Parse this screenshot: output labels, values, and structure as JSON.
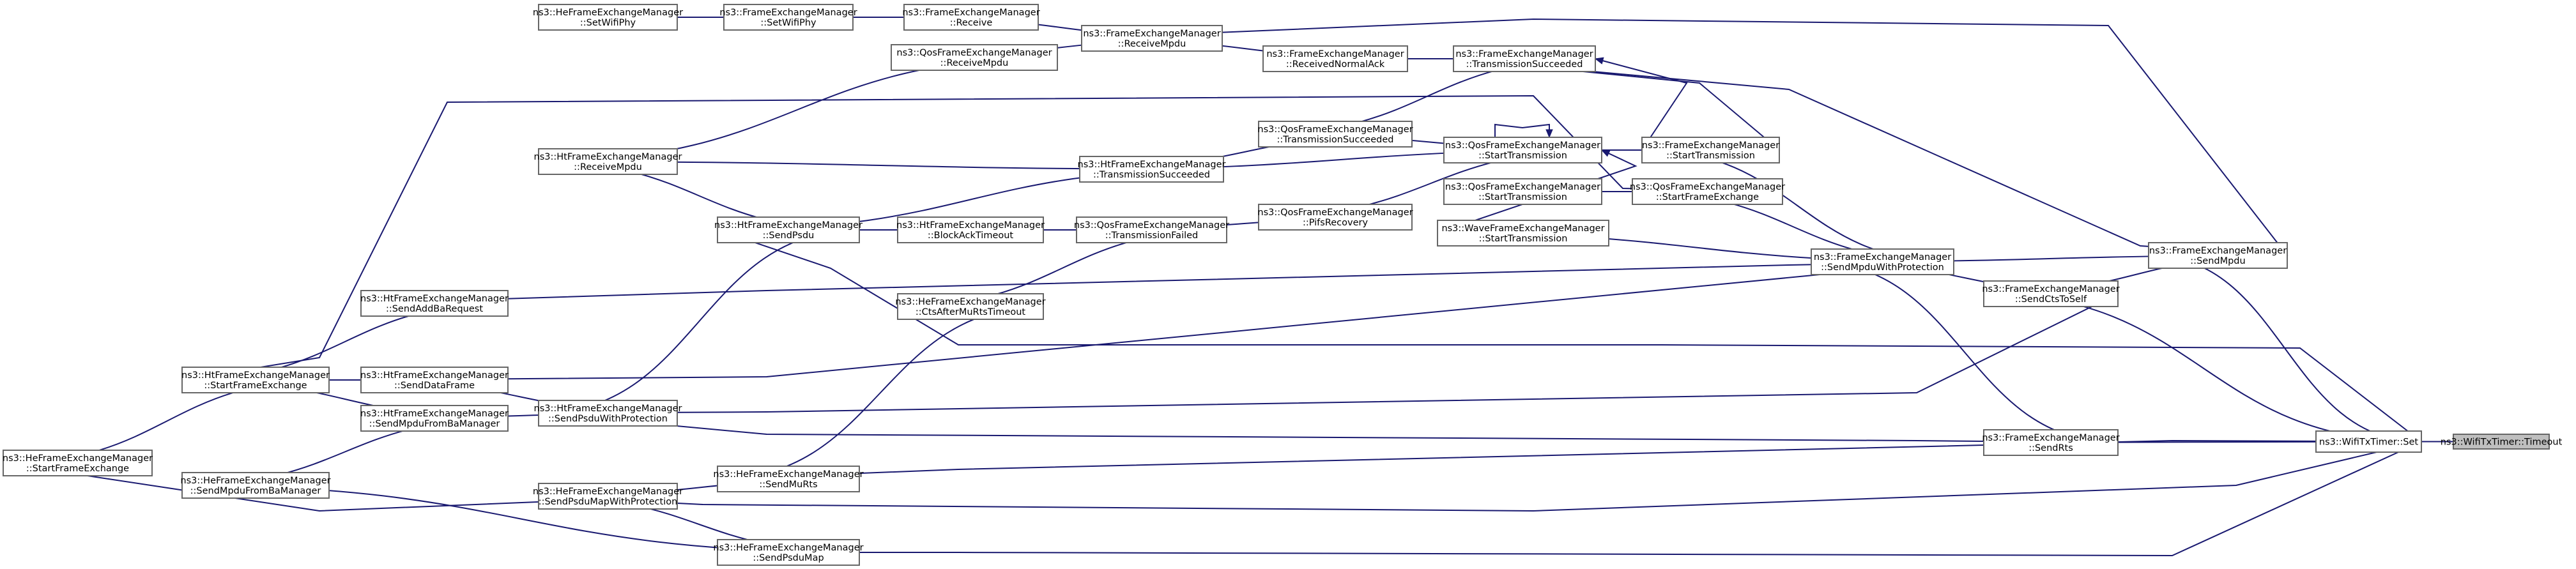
{
  "diagram": {
    "edge_color": "#191970",
    "root_fill": "#bfbfbf",
    "nodes": [
      {
        "id": "n0",
        "label": "ns3::WifiTxTimer::Timeout",
        "root": true
      },
      {
        "id": "n1",
        "label": [
          "ns3::WifiTxTimer::Set"
        ]
      },
      {
        "id": "n2",
        "label": [
          "ns3::FrameExchangeManager",
          "::SendMpdu"
        ]
      },
      {
        "id": "n3",
        "label": [
          "ns3::FrameExchangeManager",
          "::SendRts"
        ]
      },
      {
        "id": "n4",
        "label": [
          "ns3::FrameExchangeManager",
          "::SendCtsToSelf"
        ]
      },
      {
        "id": "n5",
        "label": [
          "ns3::FrameExchangeManager",
          "::SendMpduWithProtection"
        ]
      },
      {
        "id": "n6",
        "label": [
          "ns3::FrameExchangeManager",
          "::StartTransmission"
        ]
      },
      {
        "id": "n7",
        "label": [
          "ns3::QosFrameExchangeManager",
          "::StartFrameExchange"
        ]
      },
      {
        "id": "n8",
        "label": [
          "ns3::FrameExchangeManager",
          "::TransmissionSucceeded"
        ]
      },
      {
        "id": "n9",
        "label": [
          "ns3::QosFrameExchangeManager",
          "::StartTransmission"
        ]
      },
      {
        "id": "n10",
        "label": [
          "ns3::QosFrameExchangeManager",
          "::StartTransmission"
        ]
      },
      {
        "id": "n11",
        "label": [
          "ns3::WaveFrameExchangeManager",
          "::StartTransmission"
        ]
      },
      {
        "id": "n12",
        "label": [
          "ns3::FrameExchangeManager",
          "::ReceivedNormalAck"
        ]
      },
      {
        "id": "n13",
        "label": [
          "ns3::QosFrameExchangeManager",
          "::TransmissionSucceeded"
        ]
      },
      {
        "id": "n14",
        "label": [
          "ns3::QosFrameExchangeManager",
          "::PifsRecovery"
        ]
      },
      {
        "id": "n15",
        "label": [
          "ns3::FrameExchangeManager",
          "::ReceiveMpdu"
        ]
      },
      {
        "id": "n16",
        "label": [
          "ns3::HtFrameExchangeManager",
          "::TransmissionSucceeded"
        ]
      },
      {
        "id": "n17",
        "label": [
          "ns3::QosFrameExchangeManager",
          "::TransmissionFailed"
        ]
      },
      {
        "id": "n18",
        "label": [
          "ns3::HtFrameExchangeManager",
          "::BlockAckTimeout"
        ]
      },
      {
        "id": "n19",
        "label": [
          "ns3::HeFrameExchangeManager",
          "::CtsAfterMuRtsTimeout"
        ]
      },
      {
        "id": "n20",
        "label": [
          "ns3::FrameExchangeManager",
          "::Receive"
        ]
      },
      {
        "id": "n21",
        "label": [
          "ns3::QosFrameExchangeManager",
          "::ReceiveMpdu"
        ]
      },
      {
        "id": "n22",
        "label": [
          "ns3::HeFrameExchangeManager",
          "::SendMuRts"
        ]
      },
      {
        "id": "n23",
        "label": [
          "ns3::HeFrameExchangeManager",
          "::SendPsduMap"
        ]
      },
      {
        "id": "n24",
        "label": [
          "ns3::FrameExchangeManager",
          "::SetWifiPhy"
        ]
      },
      {
        "id": "n25",
        "label": [
          "ns3::HtFrameExchangeManager",
          "::ReceiveMpdu"
        ]
      },
      {
        "id": "n26",
        "label": [
          "ns3::HtFrameExchangeManager",
          "::SendPsdu"
        ]
      },
      {
        "id": "n27",
        "label": [
          "ns3::HtFrameExchangeManager",
          "::SendPsduWithProtection"
        ]
      },
      {
        "id": "n28",
        "label": [
          "ns3::HeFrameExchangeManager",
          "::SendPsduMapWithProtection"
        ]
      },
      {
        "id": "n29",
        "label": [
          "ns3::HeFrameExchangeManager",
          "::SetWifiPhy"
        ]
      },
      {
        "id": "n30",
        "label": [
          "ns3::HtFrameExchangeManager",
          "::SendAddBaRequest"
        ]
      },
      {
        "id": "n31",
        "label": [
          "ns3::HtFrameExchangeManager",
          "::SendDataFrame"
        ]
      },
      {
        "id": "n32",
        "label": [
          "ns3::HtFrameExchangeManager",
          "::SendMpduFromBaManager"
        ]
      },
      {
        "id": "n33",
        "label": [
          "ns3::HtFrameExchangeManager",
          "::StartFrameExchange"
        ]
      },
      {
        "id": "n34",
        "label": [
          "ns3::HeFrameExchangeManager",
          "::SendMpduFromBaManager"
        ]
      },
      {
        "id": "n35",
        "label": [
          "ns3::HeFrameExchangeManager",
          "::StartFrameExchange"
        ]
      }
    ],
    "edges": [
      {
        "from": "n1",
        "to": "n0"
      },
      {
        "from": "n2",
        "to": "n1"
      },
      {
        "from": "n3",
        "to": "n1"
      },
      {
        "from": "n4",
        "to": "n1"
      },
      {
        "from": "n22",
        "to": "n1"
      },
      {
        "from": "n23",
        "to": "n1"
      },
      {
        "from": "n28",
        "to": "n1"
      },
      {
        "from": "n26",
        "to": "n1"
      },
      {
        "from": "n5",
        "to": "n2"
      },
      {
        "from": "n8",
        "to": "n2"
      },
      {
        "from": "n15",
        "to": "n2"
      },
      {
        "from": "n4",
        "to": "n2"
      },
      {
        "from": "n5",
        "to": "n3"
      },
      {
        "from": "n27",
        "to": "n3"
      },
      {
        "from": "n5",
        "to": "n4"
      },
      {
        "from": "n27",
        "to": "n4"
      },
      {
        "from": "n6",
        "to": "n5"
      },
      {
        "from": "n7",
        "to": "n5"
      },
      {
        "from": "n11",
        "to": "n5"
      },
      {
        "from": "n30",
        "to": "n5"
      },
      {
        "from": "n31",
        "to": "n5"
      },
      {
        "from": "n6",
        "to": "n8"
      },
      {
        "from": "n9",
        "to": "n6"
      },
      {
        "from": "n8",
        "to": "n6"
      },
      {
        "from": "n10",
        "to": "n7"
      },
      {
        "from": "n33",
        "to": "n7"
      },
      {
        "from": "n12",
        "to": "n8"
      },
      {
        "from": "n13",
        "to": "n8"
      },
      {
        "from": "n9",
        "to": "n9"
      },
      {
        "from": "n13",
        "to": "n9"
      },
      {
        "from": "n14",
        "to": "n9"
      },
      {
        "from": "n16",
        "to": "n9"
      },
      {
        "from": "n11",
        "to": "n9"
      },
      {
        "from": "n15",
        "to": "n12"
      },
      {
        "from": "n16",
        "to": "n13"
      },
      {
        "from": "n17",
        "to": "n14"
      },
      {
        "from": "n20",
        "to": "n15"
      },
      {
        "from": "n21",
        "to": "n15"
      },
      {
        "from": "n25",
        "to": "n16"
      },
      {
        "from": "n26",
        "to": "n16"
      },
      {
        "from": "n18",
        "to": "n17"
      },
      {
        "from": "n19",
        "to": "n17"
      },
      {
        "from": "n26",
        "to": "n18"
      },
      {
        "from": "n22",
        "to": "n19"
      },
      {
        "from": "n24",
        "to": "n20"
      },
      {
        "from": "n25",
        "to": "n21"
      },
      {
        "from": "n28",
        "to": "n22"
      },
      {
        "from": "n28",
        "to": "n23"
      },
      {
        "from": "n34",
        "to": "n23"
      },
      {
        "from": "n29",
        "to": "n24"
      },
      {
        "from": "n25",
        "to": "n26"
      },
      {
        "from": "n27",
        "to": "n26"
      },
      {
        "from": "n31",
        "to": "n27"
      },
      {
        "from": "n32",
        "to": "n27"
      },
      {
        "from": "n35",
        "to": "n28"
      },
      {
        "from": "n33",
        "to": "n30"
      },
      {
        "from": "n33",
        "to": "n31"
      },
      {
        "from": "n33",
        "to": "n32"
      },
      {
        "from": "n34",
        "to": "n32"
      },
      {
        "from": "n35",
        "to": "n33"
      }
    ]
  }
}
